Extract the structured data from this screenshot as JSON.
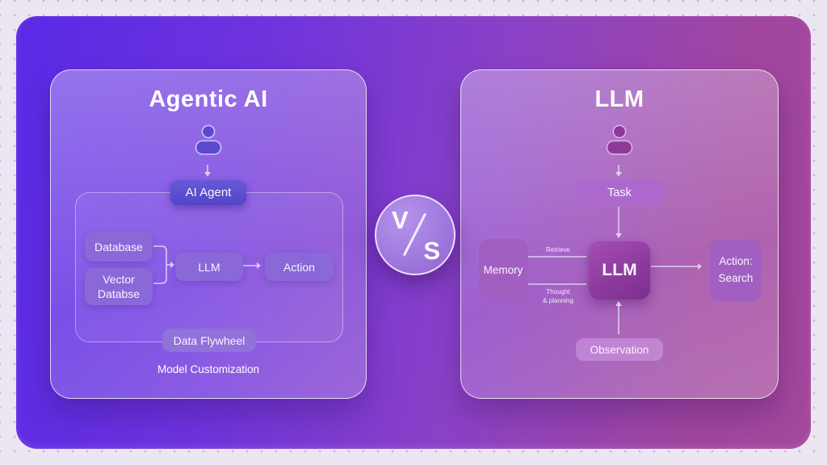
{
  "colors": {
    "canvas_gradient_left": "#5a2ae6",
    "canvas_gradient_right": "#a4479d",
    "accent_indigo": "#5a49cf",
    "accent_magenta": "#8d3a9e",
    "panel_border": "#ffffff"
  },
  "vs_badge": {
    "v": "V",
    "s": "S"
  },
  "left_panel": {
    "title": "Agentic AI",
    "user_icon": "person-icon",
    "agent": "AI Agent",
    "database": "Database",
    "vector_line1": "Vector",
    "vector_line2": "Databse",
    "llm": "LLM",
    "action": "Action",
    "flywheel": "Data Flywheel",
    "caption": "Model Customization"
  },
  "right_panel": {
    "title": "LLM",
    "user_icon": "person-icon",
    "task": "Task",
    "memory": "Memory",
    "llm": "LLM",
    "action_line1": "Action:",
    "action_line2": "Search",
    "observation": "Observation",
    "label_retrieve": "Retrieve",
    "label_thought_line1": "Thought",
    "label_thought_line2": "& planning"
  }
}
